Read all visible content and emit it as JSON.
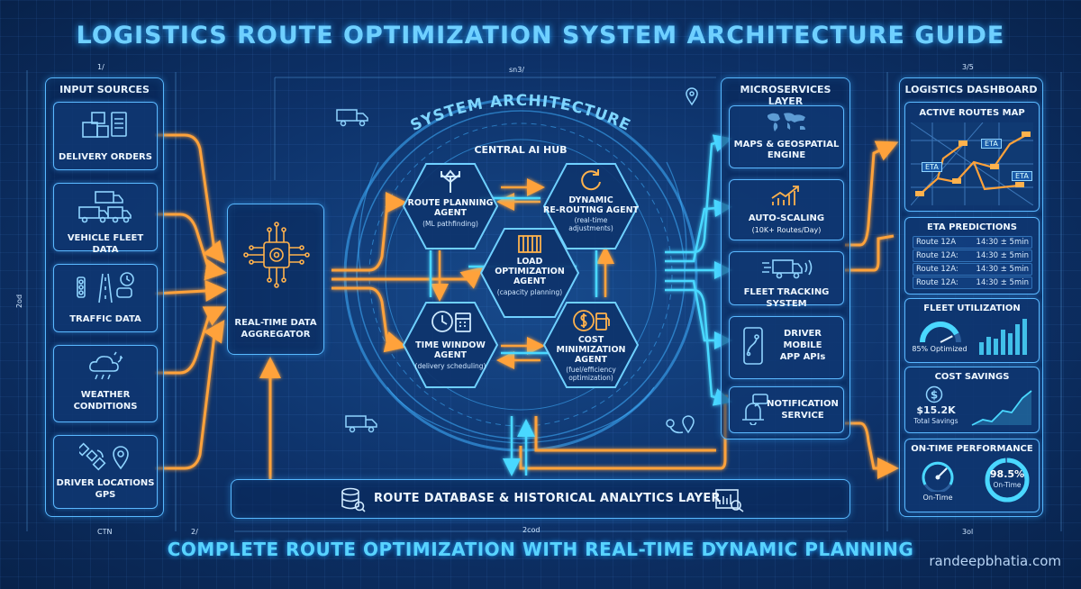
{
  "title": "LOGISTICS ROUTE OPTIMIZATION SYSTEM ARCHITECTURE GUIDE",
  "footer": "COMPLETE ROUTE OPTIMIZATION WITH REAL-TIME DYNAMIC PLANNING",
  "credit": "randeepbhatia.com",
  "input_sources": {
    "title": "INPUT SOURCES",
    "items": [
      {
        "label": "DELIVERY ORDERS",
        "icon": "package-icon"
      },
      {
        "label": "VEHICLE FLEET DATA",
        "icon": "truck-icon"
      },
      {
        "label": "TRAFFIC DATA",
        "icon": "traffic-icon"
      },
      {
        "label": "WEATHER CONDITIONS",
        "icon": "cloud-icon"
      },
      {
        "label": "DRIVER LOCATIONS GPS",
        "icon": "satellite-icon"
      }
    ]
  },
  "aggregator": {
    "label_1": "REAL-TIME DATA",
    "label_2": "AGGREGATOR",
    "icon": "chip-icon"
  },
  "architecture": {
    "ring_label": "SYSTEM ARCHITECTURE",
    "hub_label": "CENTRAL AI HUB",
    "agents": [
      {
        "title_1": "ROUTE PLANNING",
        "title_2": "AGENT",
        "title_3": "",
        "sub_1": "(ML pathfinding)",
        "sub_2": "",
        "icon": "route-arrows-icon"
      },
      {
        "title_1": "DYNAMIC",
        "title_2": "RE-ROUTING AGENT",
        "title_3": "",
        "sub_1": "(real-time",
        "sub_2": "adjustments)",
        "icon": "refresh-icon"
      },
      {
        "title_1": "LOAD",
        "title_2": "OPTIMIZATION",
        "title_3": "AGENT",
        "sub_1": "(capacity planning)",
        "sub_2": "",
        "icon": "container-icon"
      },
      {
        "title_1": "TIME WINDOW",
        "title_2": "AGENT",
        "title_3": "",
        "sub_1": "(delivery scheduling)",
        "sub_2": "",
        "icon": "clock-calendar-icon"
      },
      {
        "title_1": "COST",
        "title_2": "MINIMIZATION",
        "title_3": "AGENT",
        "sub_1": "(fuel/efficiency",
        "sub_2": "optimization)",
        "icon": "dollar-fuel-icon"
      }
    ]
  },
  "microservices": {
    "title": "MICROSERVICES LAYER",
    "items": [
      {
        "label_1": "MAPS & GEOSPATIAL",
        "label_2": "ENGINE",
        "sub": "",
        "icon": "world-map-icon"
      },
      {
        "label_1": "AUTO-SCALING",
        "label_2": "",
        "sub": "(10K+ Routes/Day)",
        "icon": "growth-chart-icon"
      },
      {
        "label_1": "FLEET TRACKING SYSTEM",
        "label_2": "",
        "sub": "",
        "icon": "tracking-truck-icon"
      },
      {
        "label_1": "DRIVER",
        "label_2": "MOBILE",
        "label_3": "APP APIs",
        "sub": "",
        "icon": "phone-icon"
      },
      {
        "label_1": "NOTIFICATION",
        "label_2": "SERVICE",
        "sub": "",
        "icon": "bell-icon"
      }
    ]
  },
  "database": {
    "label": "ROUTE DATABASE & HISTORICAL ANALYTICS LAYER",
    "icon_left": "database-icon",
    "icon_right": "analytics-icon"
  },
  "dashboard": {
    "title": "LOGISTICS DASHBOARD",
    "active_routes": {
      "title": "ACTIVE ROUTES MAP",
      "eta_tags": [
        "ETA",
        "ETA",
        "ETA"
      ]
    },
    "eta_predictions": {
      "title": "ETA PREDICTIONS",
      "rows": [
        {
          "route": "Route 12A",
          "time": "14:30 ± 5min"
        },
        {
          "route": "Route 12A:",
          "time": "14:30 ± 5min"
        },
        {
          "route": "Route 12A:",
          "time": "14:30 ± 5min"
        },
        {
          "route": "Route 12A:",
          "time": "14:30 ± 5min"
        }
      ]
    },
    "fleet_utilization": {
      "title": "FLEET UTILIZATION",
      "value_label": "85% Optimized",
      "value": 0.85,
      "bars": [
        0.35,
        0.5,
        0.45,
        0.7,
        0.6,
        0.85,
        1.0
      ]
    },
    "cost_savings": {
      "title": "COST SAVINGS",
      "amount": "$15.2K",
      "caption": "Total Savings"
    },
    "on_time": {
      "title": "ON-TIME PERFORMANCE",
      "gauge_label": "On-Time",
      "percent": "98.5%",
      "percent_label": "On-Time",
      "value": 0.985
    }
  },
  "dimensions": {
    "d1": "1/",
    "d2": "sn3/",
    "d3": "3/5",
    "d4": "CTN",
    "d5": "2/",
    "d6": "2cod",
    "d7": "3ol",
    "d8": "2od"
  },
  "colors": {
    "orange": "#ffa23a",
    "cyan": "#4ad8ff",
    "border": "#58b9ff"
  }
}
